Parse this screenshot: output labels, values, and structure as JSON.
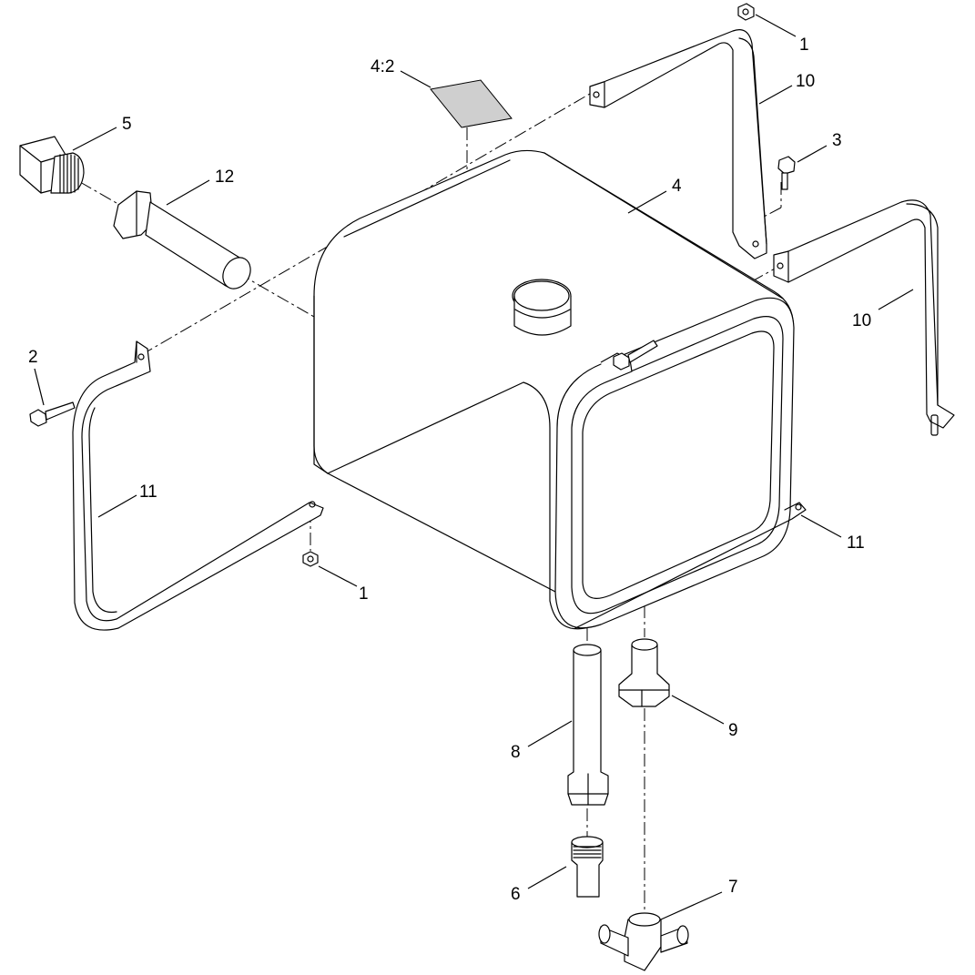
{
  "diagram": {
    "callouts": [
      {
        "id": "c-1-top",
        "text": "1"
      },
      {
        "id": "c-10-top",
        "text": "10"
      },
      {
        "id": "c-3",
        "text": "3"
      },
      {
        "id": "c-4",
        "text": "4"
      },
      {
        "id": "c-4-2",
        "text": "4:2"
      },
      {
        "id": "c-5",
        "text": "5"
      },
      {
        "id": "c-12",
        "text": "12"
      },
      {
        "id": "c-10-right",
        "text": "10"
      },
      {
        "id": "c-2",
        "text": "2"
      },
      {
        "id": "c-11-left",
        "text": "11"
      },
      {
        "id": "c-11-right",
        "text": "11"
      },
      {
        "id": "c-1-bottom",
        "text": "1"
      },
      {
        "id": "c-9",
        "text": "9"
      },
      {
        "id": "c-8",
        "text": "8"
      },
      {
        "id": "c-6",
        "text": "6"
      },
      {
        "id": "c-7",
        "text": "7"
      }
    ]
  }
}
